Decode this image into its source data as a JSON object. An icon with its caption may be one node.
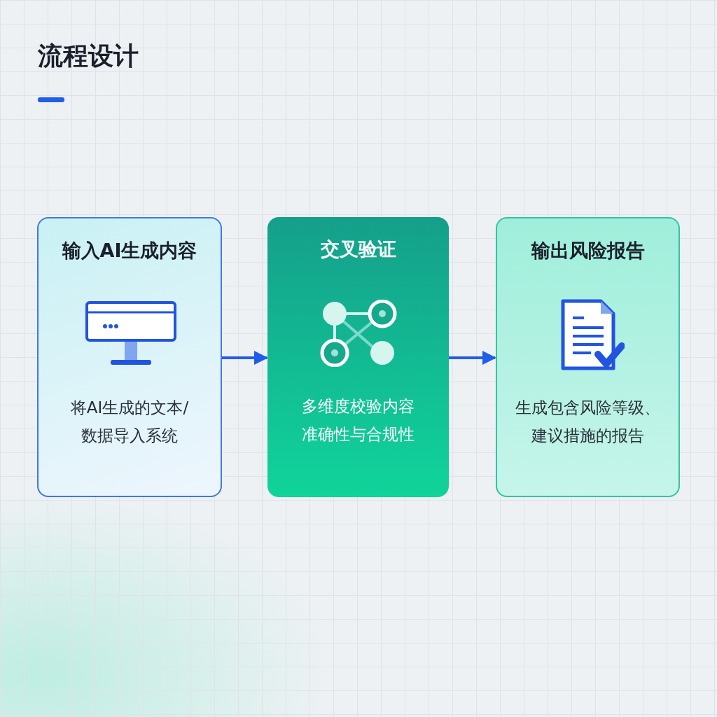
{
  "diagram": {
    "title": "流程设计",
    "nodes": [
      {
        "text": [
          "输入AI生成内容",
          "将AI生成的文本/数据导入系统"
        ]
      },
      {
        "text": [
          "交叉验证",
          "多维度校验内容准确性与合规性"
        ]
      },
      {
        "text": [
          "输出风险报告",
          "生成包含风险等级、建议措施的报告"
        ]
      }
    ],
    "edges": [
      {
        "from": 0,
        "to": 1,
        "arrow": "to"
      },
      {
        "from": 1,
        "to": 2,
        "arrow": "to"
      }
    ]
  }
}
